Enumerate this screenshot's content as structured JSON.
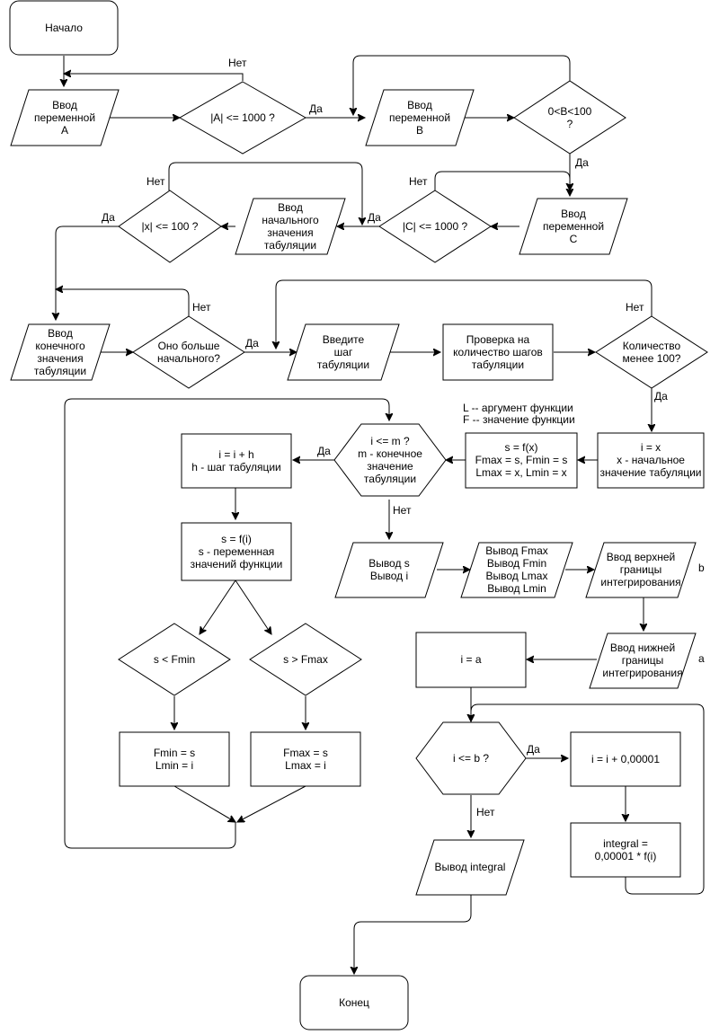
{
  "nodes": {
    "start": [
      "Начало"
    ],
    "input_a": [
      "Ввод",
      "переменной",
      "А"
    ],
    "cond_a": [
      "|A| <= 1000 ?"
    ],
    "input_b": [
      "Ввод",
      "переменной",
      "В"
    ],
    "cond_b": [
      "0<B<100",
      "?"
    ],
    "input_c": [
      "Ввод",
      "переменной",
      "С"
    ],
    "cond_c": [
      "|C| <= 1000 ?"
    ],
    "input_tab_start": [
      "Ввод",
      "начального",
      "значения",
      "табуляции"
    ],
    "cond_x": [
      "|x| <= 100 ?"
    ],
    "input_tab_end": [
      "Ввод",
      "конечного",
      "значения",
      "табуляции"
    ],
    "cond_greater": [
      "Оно больше",
      "начального?"
    ],
    "input_step": [
      "Введите",
      "шаг",
      "табуляции"
    ],
    "check_steps": [
      "Проверка на",
      "количество шагов",
      "табуляции"
    ],
    "cond_count": [
      "Количество",
      "менее 100?"
    ],
    "init_i": [
      "i = x",
      "x - начальное",
      "значение табуляции"
    ],
    "init_s": [
      "s = f(x)",
      "Fmax = s, Fmin = s",
      "Lmax = x, Lmin = x"
    ],
    "cond_m": [
      "i <= m ?",
      "m - конечное",
      "значение",
      "табуляции"
    ],
    "incr_i": [
      "i = i + h",
      "h - шаг табуляции"
    ],
    "calc_s": [
      "s = f(i)",
      "s - переменная",
      "значений функции"
    ],
    "cond_fmin": [
      "s < Fmin"
    ],
    "cond_fmax": [
      "s > Fmax"
    ],
    "set_fmin": [
      "Fmin = s",
      "Lmin = i"
    ],
    "set_fmax": [
      "Fmax = s",
      "Lmax = i"
    ],
    "out_s_i": [
      "Вывод s",
      "Вывод i"
    ],
    "out_f_l": [
      "Вывод Fmax",
      "Вывод Fmin",
      "Вывод Lmax",
      "Вывод Lmin"
    ],
    "input_upper": [
      "Ввод верхней",
      "границы",
      "интегрирования"
    ],
    "input_lower": [
      "Ввод нижней",
      "границы",
      "интегрирования"
    ],
    "set_i_a": [
      "i = a"
    ],
    "cond_b2": [
      "i <= b ?"
    ],
    "incr_small": [
      "i = i + 0,00001"
    ],
    "calc_integral": [
      "integral =",
      "0,00001 * f(i)"
    ],
    "out_integral": [
      "Вывод integral"
    ],
    "end": [
      "Конец"
    ]
  },
  "notes": {
    "legend_l": "L -- аргумент функции",
    "legend_f": "F -- значение функции",
    "upper_var": "b",
    "lower_var": "a"
  },
  "edge_labels": {
    "no_a": "Нет",
    "yes_a": "Да",
    "yes_b": "Да",
    "no_c": "Нет",
    "yes_c": "Да",
    "no_x": "Нет",
    "yes_x": "Да",
    "no_greater": "Нет",
    "yes_greater": "Да",
    "no_count": "Нет",
    "yes_count": "Да",
    "yes_m": "Да",
    "no_m": "Нет",
    "yes_b2": "Да",
    "no_b2": "Нет"
  }
}
